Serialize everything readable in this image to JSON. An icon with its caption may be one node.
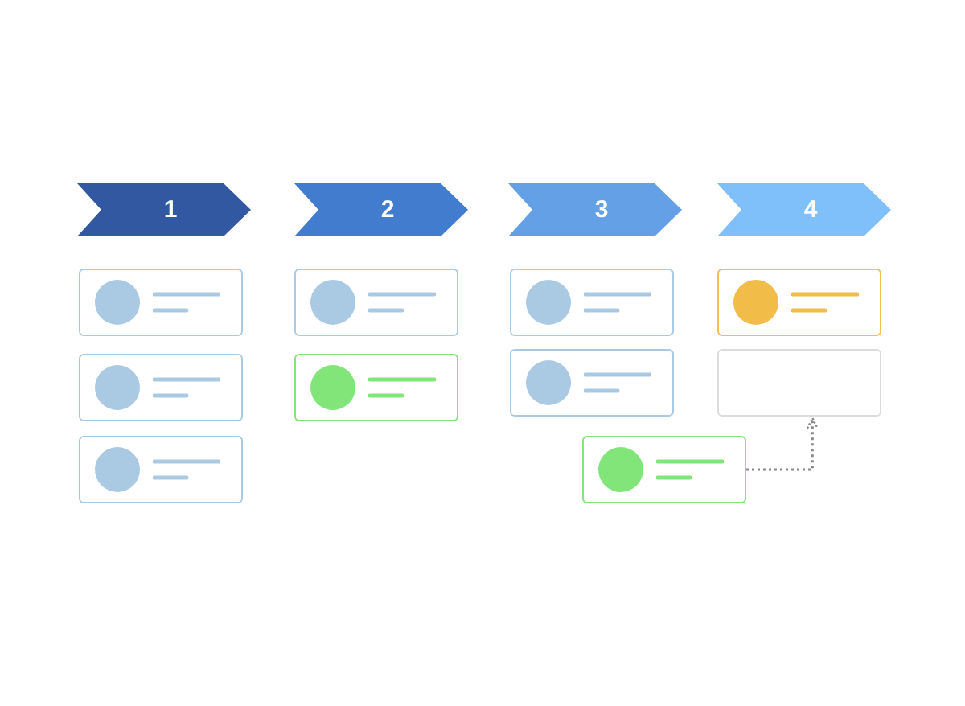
{
  "diagram": {
    "nodes": [
      {
        "text": [
          "1"
        ]
      },
      {
        "text": [
          "2"
        ]
      },
      {
        "text": [
          "3"
        ]
      },
      {
        "text": [
          "4"
        ]
      },
      {
        "text": [],
        "shape": "box"
      },
      {
        "text": [],
        "shape": "box"
      },
      {
        "text": [],
        "shape": "box"
      },
      {
        "text": [],
        "shape": "box"
      },
      {
        "text": [],
        "shape": "box"
      },
      {
        "text": [],
        "shape": "box"
      },
      {
        "text": [],
        "shape": "box"
      },
      {
        "text": [],
        "shape": "box"
      },
      {
        "text": [],
        "shape": "box"
      },
      {
        "text": [],
        "shape": "box"
      }
    ],
    "edges": [
      {
        "from": 11,
        "to": 13,
        "arrow": "to",
        "style": "dashed"
      }
    ]
  }
}
